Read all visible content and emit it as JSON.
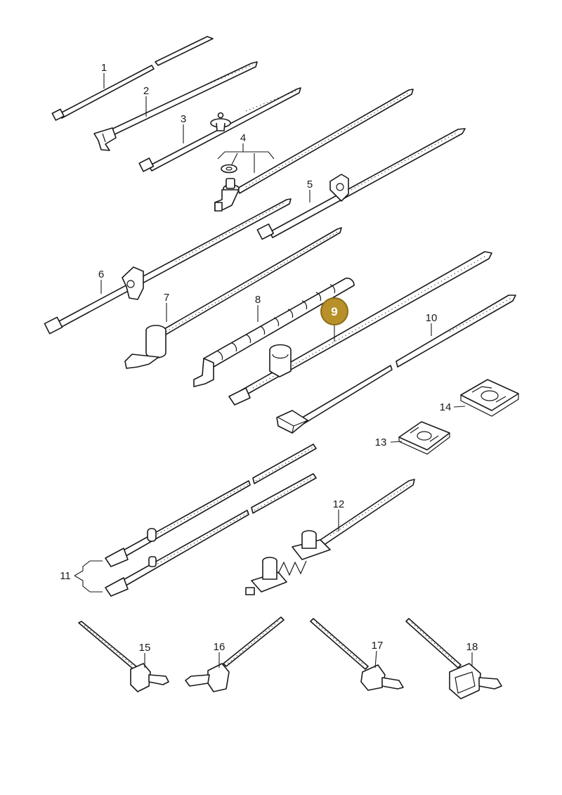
{
  "diagram": {
    "highlight_color": "#b8902a",
    "highlight_border": "#8c6b16",
    "line_color": "#1a1a1a",
    "highlighted_part": {
      "label": "9"
    },
    "callouts": [
      {
        "id": "1",
        "label": "1"
      },
      {
        "id": "2",
        "label": "2"
      },
      {
        "id": "3",
        "label": "3"
      },
      {
        "id": "4",
        "label": "4"
      },
      {
        "id": "5",
        "label": "5"
      },
      {
        "id": "6",
        "label": "6"
      },
      {
        "id": "7",
        "label": "7"
      },
      {
        "id": "8",
        "label": "8"
      },
      {
        "id": "10",
        "label": "10"
      },
      {
        "id": "11",
        "label": "11"
      },
      {
        "id": "12",
        "label": "12"
      },
      {
        "id": "13",
        "label": "13"
      },
      {
        "id": "14",
        "label": "14"
      },
      {
        "id": "15",
        "label": "15"
      },
      {
        "id": "16",
        "label": "16"
      },
      {
        "id": "17",
        "label": "17"
      },
      {
        "id": "18",
        "label": "18"
      }
    ]
  }
}
